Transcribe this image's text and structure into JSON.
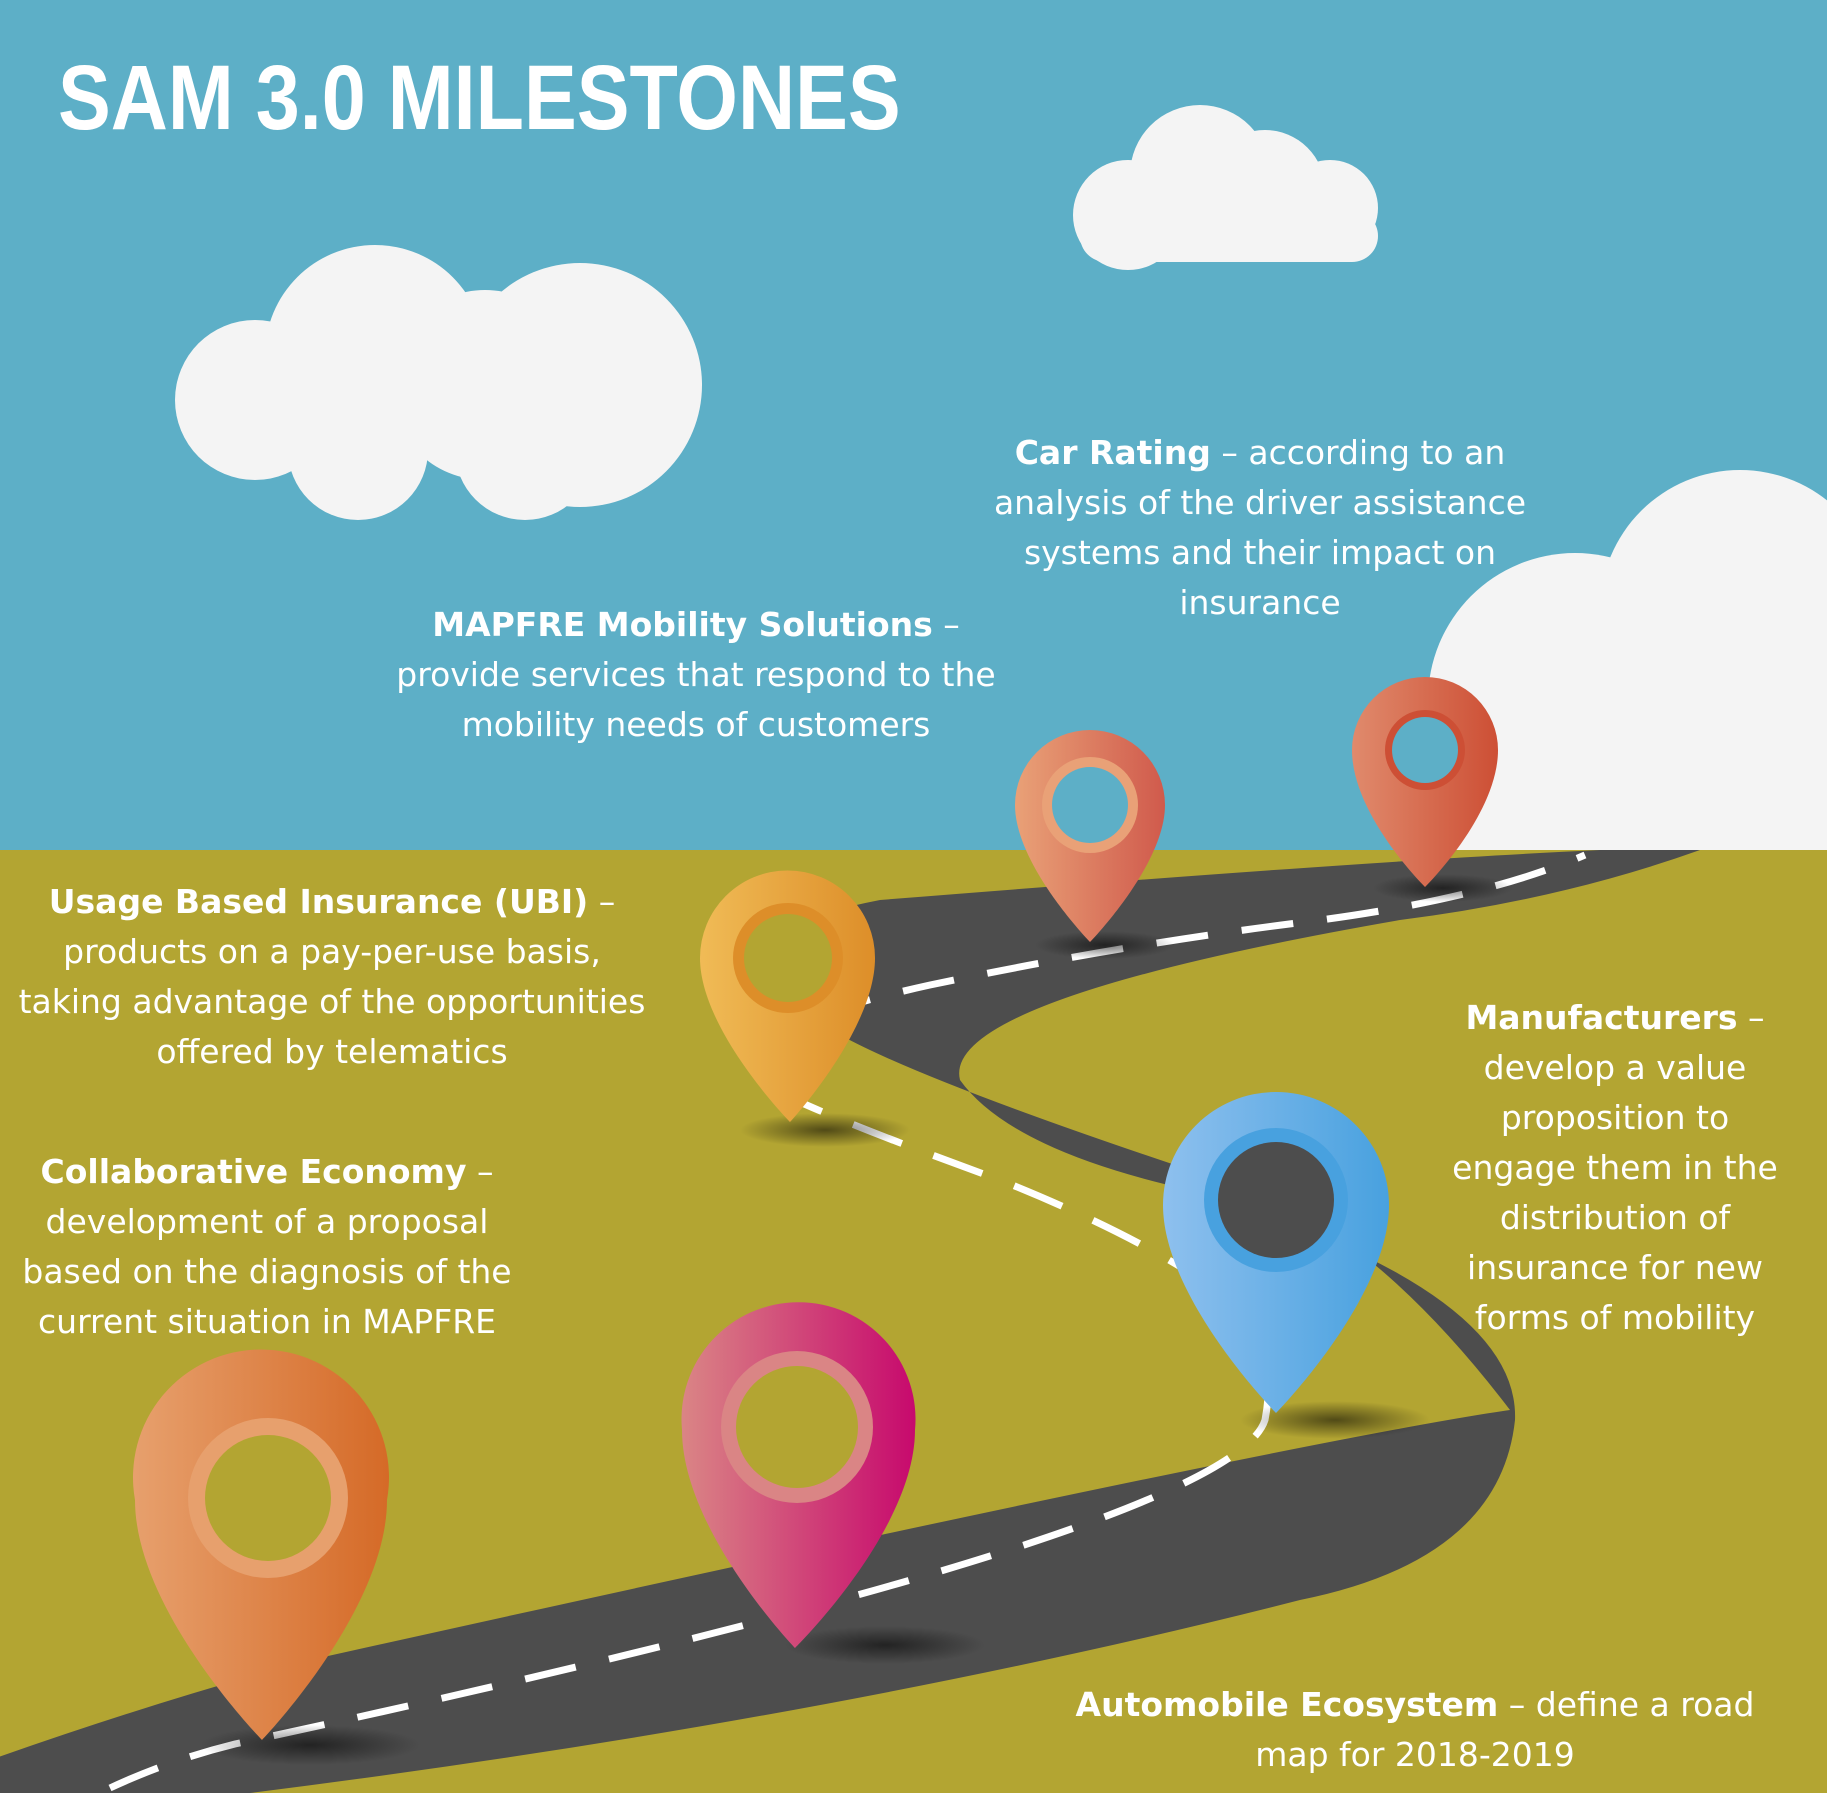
{
  "title": "SAM 3.0 MILESTONES",
  "colors": {
    "sky": "#5dafc7",
    "grass": "#b3a532",
    "road": "#4d4d4d",
    "cloud": "#f4f4f4",
    "text": "#ffffff"
  },
  "milestones": {
    "car_rating": {
      "name": "Car Rating",
      "desc": "according to an analysis of the driver assistance systems and their impact on insurance"
    },
    "mobility_solutions": {
      "name": "MAPFRE Mobility Solutions",
      "desc": "provide services that respond to the mobility needs of customers"
    },
    "ubi": {
      "name": "Usage Based Insurance (UBI)",
      "desc": "products on a pay-per-use basis, taking advantage of the opportunities offered by telematics"
    },
    "collaborative": {
      "name": "Collaborative Economy",
      "desc": "development of a proposal based on the diagnosis of the current situation in MAPFRE"
    },
    "manufacturers": {
      "name": "Manufacturers",
      "desc": "develop a value proposition to engage them in the distribution of insurance for new forms of mobility"
    },
    "automobile": {
      "name": "Automobile Ecosystem",
      "desc": "define a road map for 2018-2019"
    }
  },
  "pins": [
    {
      "id": "car-rating",
      "color_light": "#e08a6c",
      "color_dark": "#cd4f35"
    },
    {
      "id": "mobility-solutions",
      "color_light": "#e9a177",
      "color_dark": "#d05a4c"
    },
    {
      "id": "ubi",
      "color_light": "#f0bb56",
      "color_dark": "#dd8e29"
    },
    {
      "id": "manufacturers",
      "color_light": "#8ec0ee",
      "color_dark": "#48a1df"
    },
    {
      "id": "collaborative",
      "color_light": "#e7a06d",
      "color_dark": "#d56a27"
    },
    {
      "id": "automobile",
      "color_light": "#da8585",
      "color_dark": "#c7096d"
    }
  ]
}
